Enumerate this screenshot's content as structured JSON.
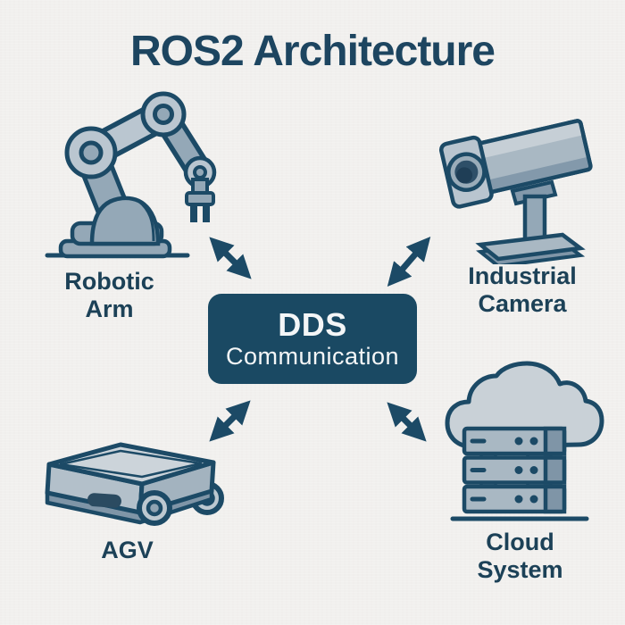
{
  "title": "ROS2 Architecture",
  "center": {
    "line1": "DDS",
    "line2": "Communication"
  },
  "nodes": {
    "robotic_arm": {
      "line1": "Robotic",
      "line2": "Arm"
    },
    "industrial_camera": {
      "line1": "Industrial",
      "line2": "Camera"
    },
    "agv": {
      "line1": "AGV",
      "line2": ""
    },
    "cloud_system": {
      "line1": "Cloud",
      "line2": "System"
    }
  },
  "icons": {
    "robotic_arm": "robotic-arm-icon",
    "industrial_camera": "industrial-camera-icon",
    "agv": "agv-robot-icon",
    "cloud_system": "cloud-server-icon"
  },
  "connections": [
    "dds-to-robotic-arm",
    "dds-to-industrial-camera",
    "dds-to-agv",
    "dds-to-cloud-system"
  ],
  "colors": {
    "background": "#f1f0ee",
    "ink": "#1c4a66",
    "title_text": "#1d4560",
    "center_box_fill": "#1a4963",
    "center_box_text": "#f4f6f7",
    "icon_light": "#c7d0d7",
    "icon_mid": "#a9b8c3",
    "icon_shade": "#7f95a7"
  }
}
